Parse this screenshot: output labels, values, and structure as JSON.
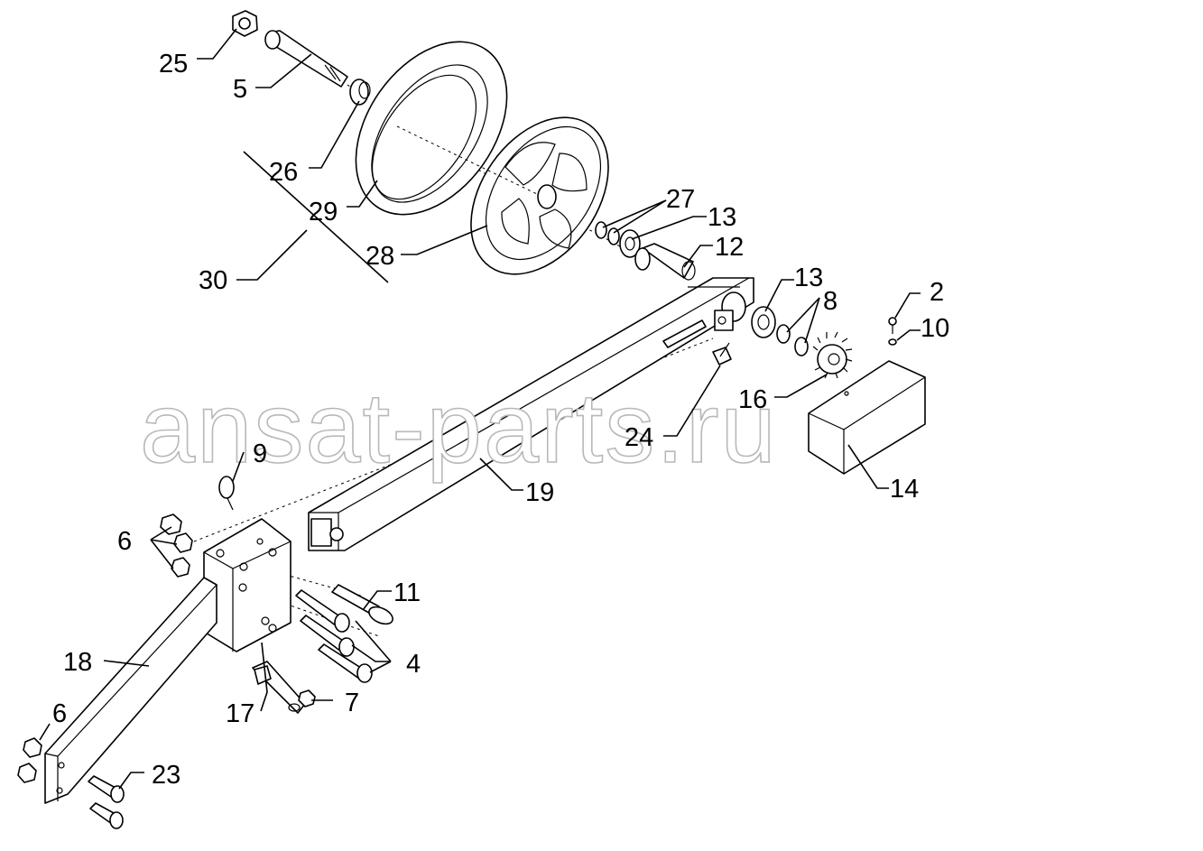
{
  "watermark": "ansat-parts.ru",
  "labels": {
    "p25": "25",
    "p5": "5",
    "p26": "26",
    "p29": "29",
    "p30": "30",
    "p28": "28",
    "p27": "27",
    "p13a": "13",
    "p12": "12",
    "p13b": "13",
    "p8": "8",
    "p2": "2",
    "p10": "10",
    "p16": "16",
    "p24": "24",
    "p19": "19",
    "p14": "14",
    "p9": "9",
    "p6a": "6",
    "p11": "11",
    "p4": "4",
    "p18": "18",
    "p7": "7",
    "p17": "17",
    "p6b": "6",
    "p23": "23"
  }
}
